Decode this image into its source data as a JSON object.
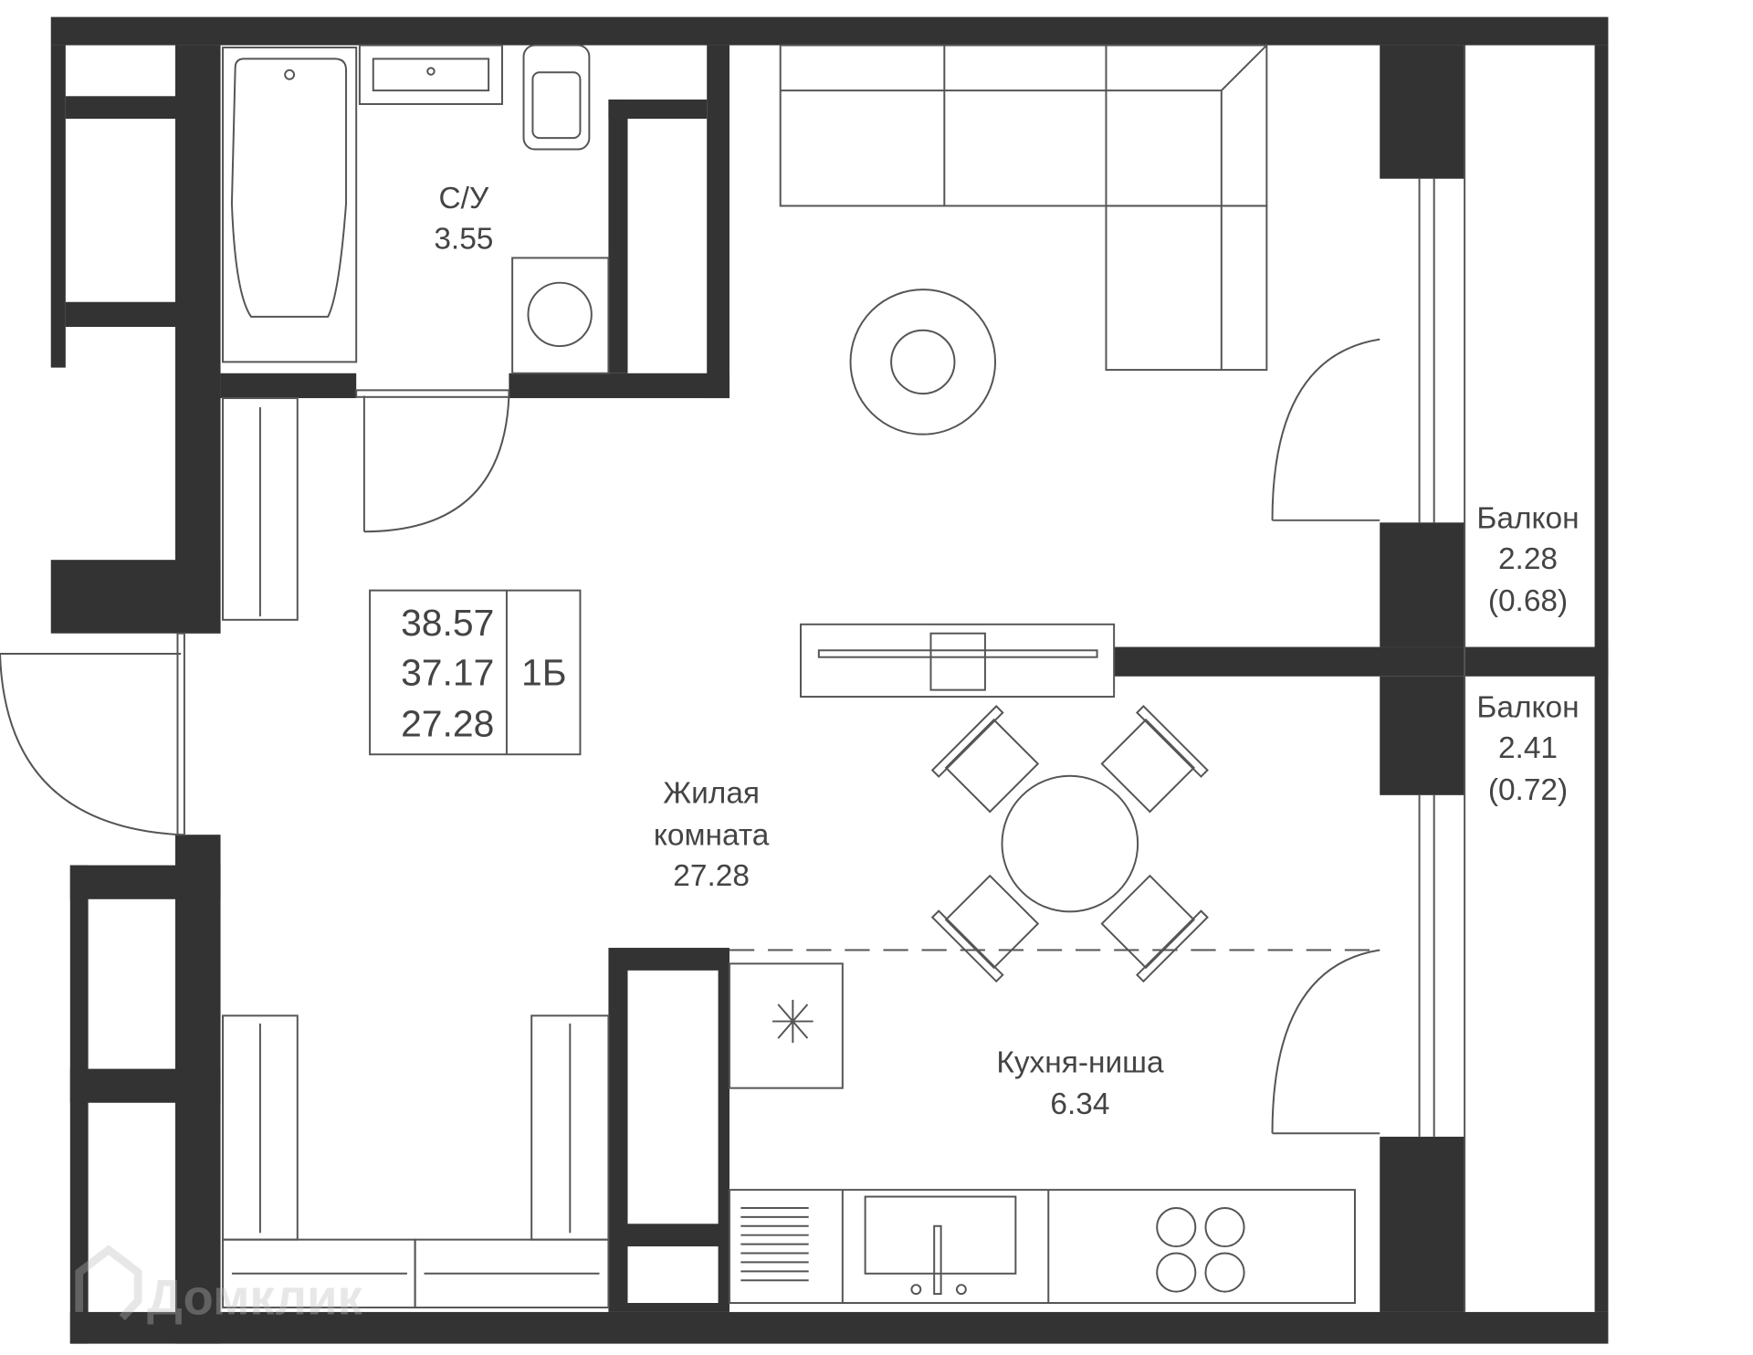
{
  "plan": {
    "apartment_type": "1Б",
    "areas": {
      "total": "38.57",
      "without_balcony": "37.17",
      "living": "27.28"
    },
    "rooms": [
      {
        "name": "С/У",
        "area": "3.55"
      },
      {
        "name_line1": "Жилая",
        "name_line2": "комната",
        "area": "27.28"
      },
      {
        "name": "Кухня-ниша",
        "area": "6.34"
      },
      {
        "name": "Балкон",
        "area": "2.28",
        "reduced": "(0.68)"
      },
      {
        "name": "Балкон",
        "area": "2.41",
        "reduced": "(0.72)"
      }
    ],
    "watermark": "Домклик",
    "wall_color": "#333333"
  }
}
